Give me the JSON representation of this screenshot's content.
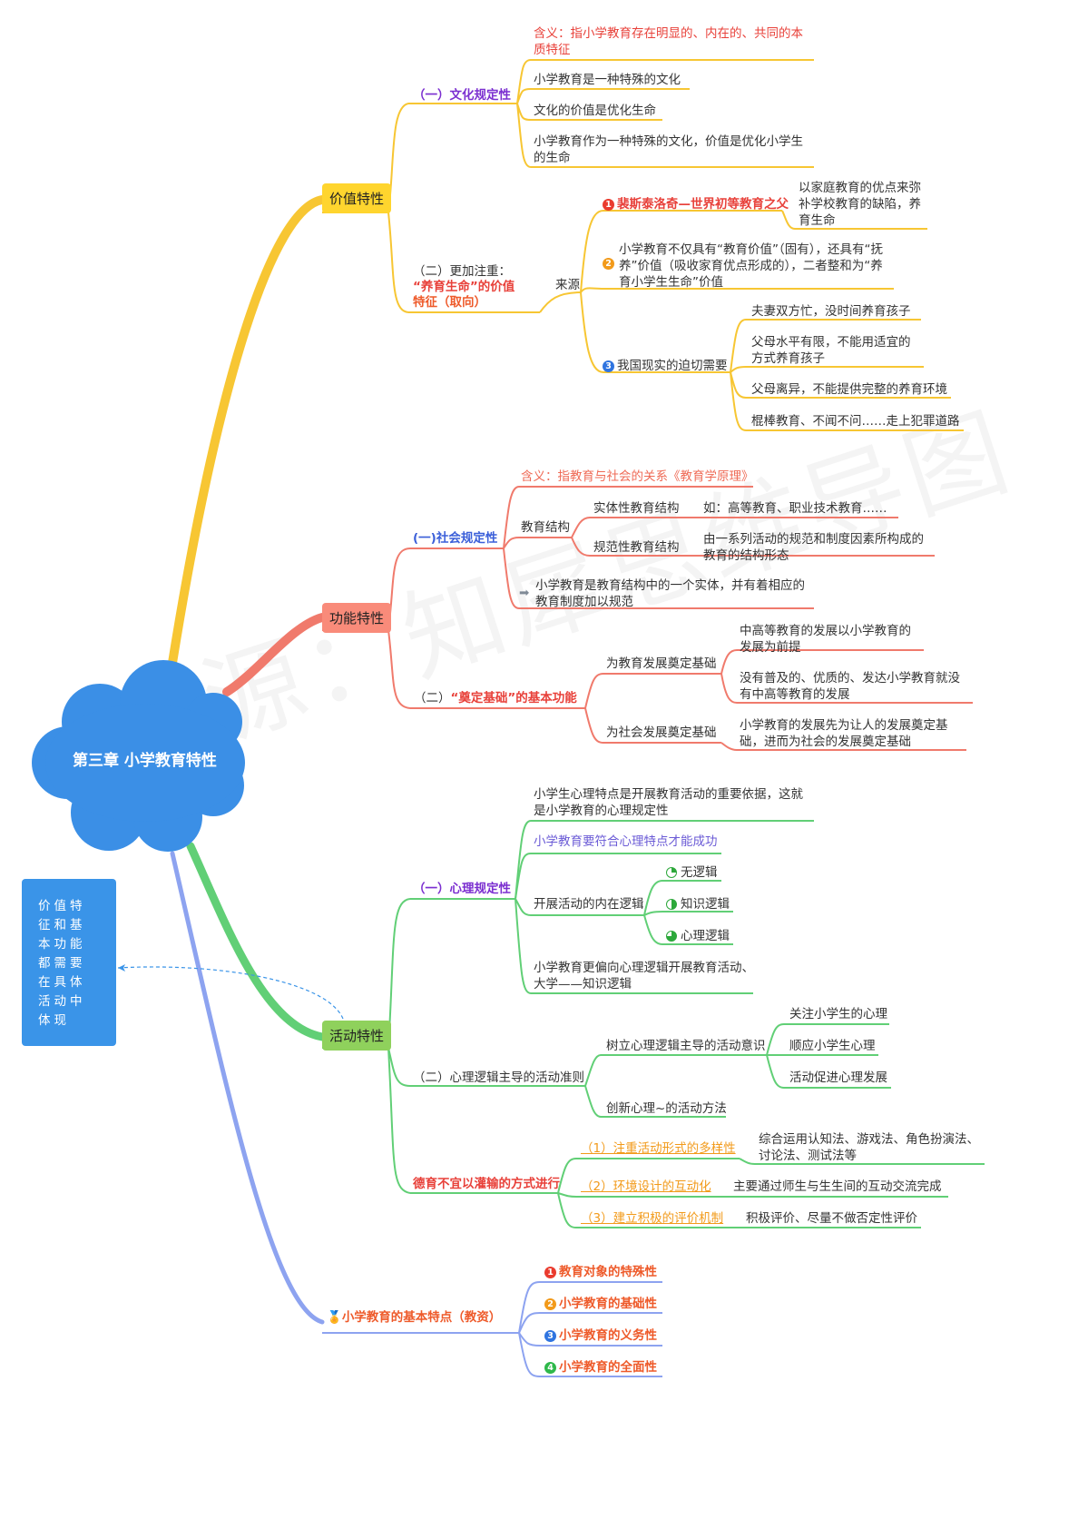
{
  "root": {
    "title": "第三章  小学教育特性",
    "cloud_color": "#3b8fe6"
  },
  "note": {
    "text": "价值特征和基本功能都需要在具体活动中体现",
    "bg": "#3a94e8"
  },
  "watermark": "来源：知犀思维导图",
  "colors": {
    "value": "#f7c633",
    "function": "#f07a6c",
    "activity": "#61cf76",
    "basic": "#8da3f0",
    "badge_value": "#ffd52e",
    "badge_function": "#f98b7a",
    "badge_activity": "#8fd15c"
  },
  "value": {
    "label": "价值特性",
    "s1": {
      "label": "（一）文化规定性",
      "items": [
        "含义：指小学教育存在明显的、内在的、共同的本质特征",
        "小学教育是一种特殊的文化",
        "文化的价值是优化生命",
        "小学教育作为一种特殊的文化，价值是优化小学生的生命"
      ]
    },
    "s2": {
      "label_a": "（二）更加注重：",
      "label_b": "“养育生命”的价值",
      "label_c": "特征（取向）",
      "source": "来源",
      "r1": {
        "num": "1",
        "label": "裴斯泰洛奇—世界初等教育之父",
        "detail": "以家庭教育的优点来弥补学校教育的缺陷，养育生命"
      },
      "r2": {
        "num": "2",
        "label": "小学教育不仅具有“教育价值”（固有），还具有“抚养”价值（吸收家育优点形成的），二者整和为“养育小学生生命”价值"
      },
      "r3": {
        "num": "3",
        "label": "我国现实的迫切需要",
        "items": [
          "夫妻双方忙，没时间养育孩子",
          "父母水平有限，不能用适宜的方式养育孩子",
          "父母离异，不能提供完整的养育环境",
          "棍棒教育、不闻不问……走上犯罪道路"
        ]
      }
    }
  },
  "function": {
    "label": "功能特性",
    "s1": {
      "label": "(一)社会规定性",
      "meaning": "含义：指教育与社会的关系《教育学原理》",
      "structure": "教育结构",
      "entity": "实体性教育结构",
      "entity_detail": "如：高等教育、职业技术教育……",
      "norm": "规范性教育结构",
      "norm_detail": "由一系列活动的规范和制度因素所构成的教育的结构形态",
      "conclusion": "小学教育是教育结构中的一个实体，并有着相应的教育制度加以规范"
    },
    "s2": {
      "label_a": "（二）",
      "label_b": "“奠定基础”",
      "label_c": "的基本功能",
      "edu": "为教育发展奠定基础",
      "edu_items": [
        "中高等教育的发展以小学教育的发展为前提",
        "没有普及的、优质的、发达小学教育就没有中高等教育的发展"
      ],
      "soc": "为社会发展奠定基础",
      "soc_detail": "小学教育的发展先为让人的发展奠定基础，进而为社会的发展奠定基础"
    }
  },
  "activity": {
    "label": "活动特性",
    "s1": {
      "label": "（一）心理规定性",
      "intro": "小学生心理特点是开展教育活动的重要依据，这就是小学教育的心理规定性",
      "success": "小学教育要符合心理特点才能成功",
      "logic": "开展活动的内在逻辑",
      "logic_items": [
        "无逻辑",
        "知识逻辑",
        "心理逻辑"
      ],
      "compare": "小学教育更偏向心理逻辑开展教育活动、大学——知识逻辑"
    },
    "s2": {
      "label": "（二）心理逻辑主导的活动准则",
      "awareness": "树立心理逻辑主导的活动意识",
      "awareness_items": [
        "关注小学生的心理",
        "顺应小学生心理",
        "活动促进心理发展"
      ],
      "method": "创新心理~的活动方法"
    },
    "s3": {
      "label": "德育不宜以灌输的方式进行",
      "items": [
        {
          "label": "（1）注重活动形式的多样性",
          "detail": "综合运用认知法、游戏法、角色扮演法、讨论法、测试法等"
        },
        {
          "label": "（2）环境设计的互动化",
          "detail": "主要通过师生与生生间的互动交流完成"
        },
        {
          "label": "（3）建立积极的评价机制",
          "detail": "积极评价、尽量不做否定性评价"
        }
      ]
    }
  },
  "basic": {
    "icon": "medal-icon",
    "label": "小学教育的基本特点（教资）",
    "items": [
      {
        "num": "1",
        "label": "教育对象的特殊性",
        "color": "#ea3b2e"
      },
      {
        "num": "2",
        "label": "小学教育的基础性",
        "color": "#f29a1a"
      },
      {
        "num": "3",
        "label": "小学教育的义务性",
        "color": "#2f74e0"
      },
      {
        "num": "4",
        "label": "小学教育的全面性",
        "color": "#2eb84a"
      }
    ]
  }
}
